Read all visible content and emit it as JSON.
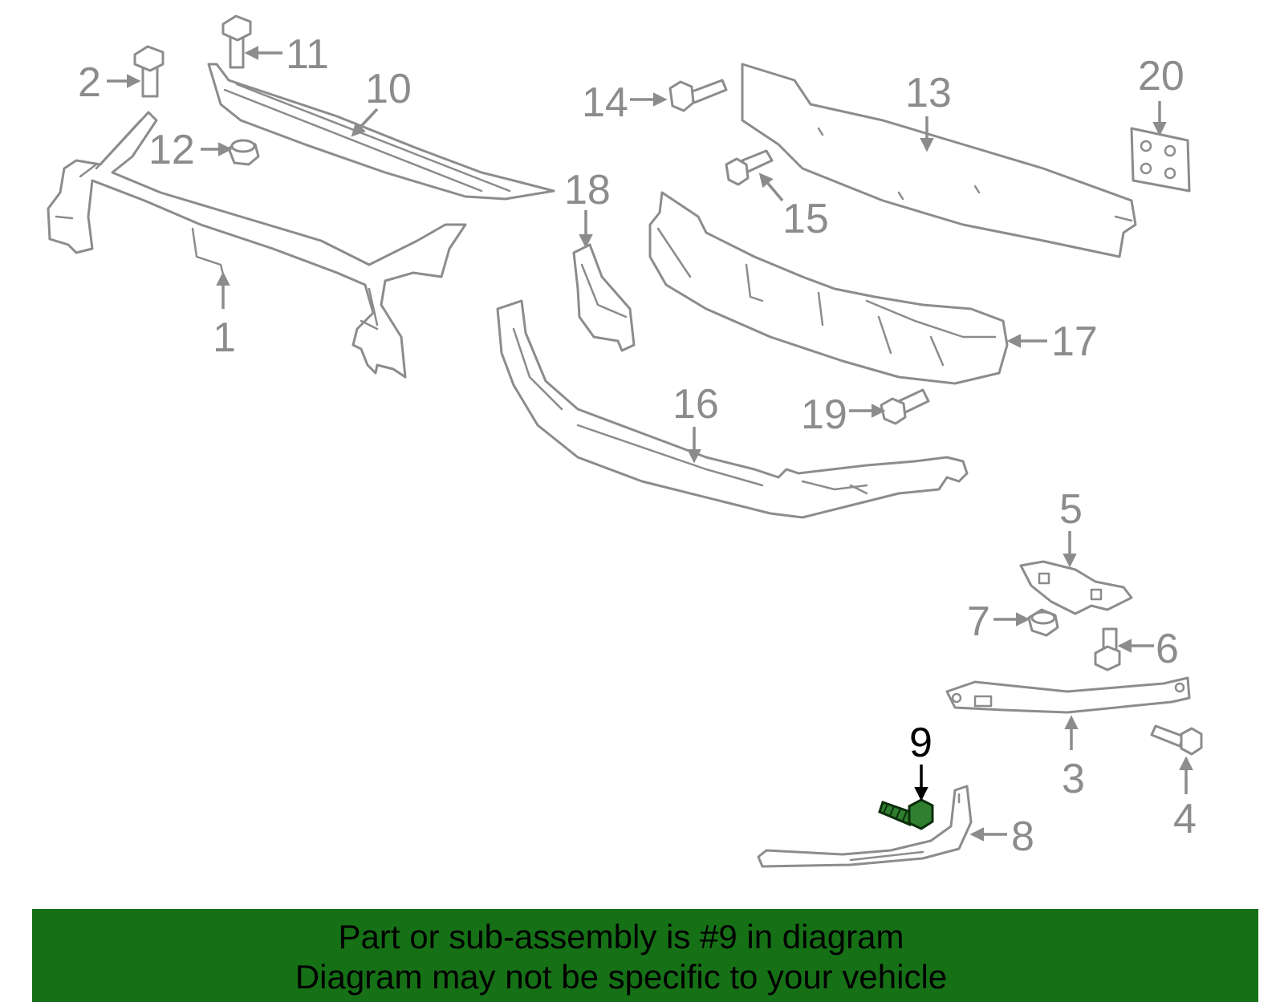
{
  "callouts": {
    "c1": "1",
    "c2": "2",
    "c3": "3",
    "c4": "4",
    "c5": "5",
    "c6": "6",
    "c7": "7",
    "c8": "8",
    "c9": "9",
    "c10": "10",
    "c11": "11",
    "c12": "12",
    "c13": "13",
    "c14": "14",
    "c15": "15",
    "c16": "16",
    "c17": "17",
    "c18": "18",
    "c19": "19",
    "c20": "20"
  },
  "highlighted_part": "9",
  "colors": {
    "line_art": "#8c8c8c",
    "highlight_part": "#2f7f2f",
    "banner_background": "#167016",
    "banner_text": "#000000"
  },
  "banner": {
    "line1": "Part or sub-assembly is #9 in diagram",
    "line2": "Diagram may not be specific to your vehicle"
  }
}
